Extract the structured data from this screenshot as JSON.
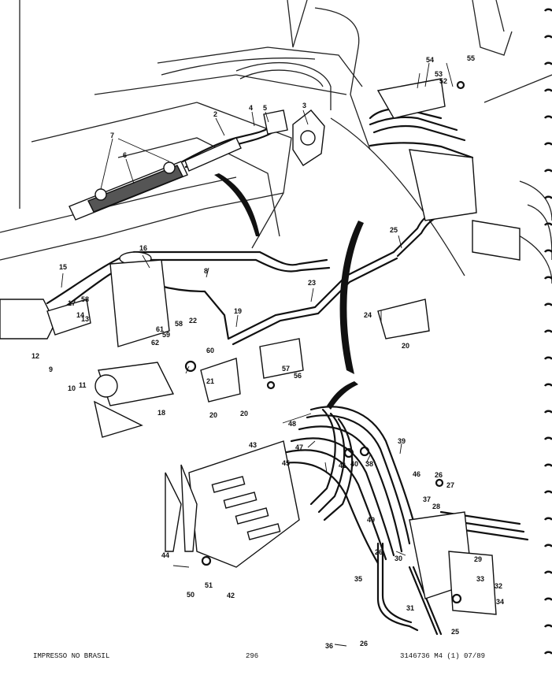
{
  "footer": {
    "left": "IMPRESSO NO BRASIL",
    "page_number": "296",
    "right": "3146736 M4 (1) 07/89"
  },
  "callouts": [
    "2",
    "3",
    "4",
    "5",
    "6",
    "7",
    "8",
    "9",
    "10",
    "11",
    "12",
    "13",
    "14",
    "15",
    "16",
    "17",
    "18",
    "19",
    "20",
    "20",
    "20",
    "21",
    "22",
    "23",
    "24",
    "25",
    "25",
    "26",
    "26",
    "26",
    "27",
    "28",
    "29",
    "30",
    "31",
    "32",
    "33",
    "34",
    "35",
    "36",
    "37",
    "38",
    "39",
    "40",
    "41",
    "42",
    "43",
    "44",
    "45",
    "46",
    "47",
    "48",
    "49",
    "50",
    "51",
    "52",
    "53",
    "54",
    "55",
    "56",
    "57",
    "58",
    "58",
    "59",
    "60",
    "61",
    "62"
  ]
}
